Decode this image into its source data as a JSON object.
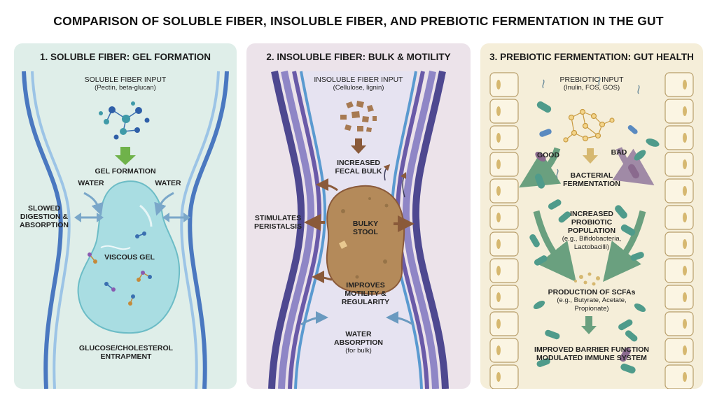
{
  "title": "COMPARISON OF SOLUBLE FIBER, INSOLUBLE FIBER, AND PREBIOTIC FERMENTATION IN THE GUT",
  "panel1": {
    "title": "1. SOLUBLE FIBER: GEL FORMATION",
    "input_label": "SOLUBLE FIBER INPUT",
    "input_examples": "(Pectin, beta-glucan)",
    "gel_formation": "GEL FORMATION",
    "water_left": "WATER",
    "water_right": "WATER",
    "slowed_line1": "SLOWED",
    "slowed_line2": "DIGESTION &",
    "slowed_line3": "ABSORPTION",
    "viscous_gel": "VISCOUS GEL",
    "entrapment_line1": "GLUCOSE/CHOLESTEROL",
    "entrapment_line2": "ENTRAPMENT",
    "colors": {
      "panel": "#dfeee9",
      "wall": "#4a78c0",
      "gel": "#a9dde2"
    }
  },
  "panel2": {
    "title": "2. INSOLUBLE FIBER: BULK & MOTILITY",
    "input_label": "INSOLUBLE FIBER INPUT",
    "input_examples": "(Cellulose, lignin)",
    "bulk_line1": "INCREASED",
    "bulk_line2": "FECAL BULK",
    "stimulates_line1": "STIMULATES",
    "stimulates_line2": "PERISTALSIS",
    "stool_line1": "BULKY",
    "stool_line2": "STOOL",
    "motility_line1": "IMPROVES",
    "motility_line2": "MOTILITY &",
    "motility_line3": "REGULARITY",
    "water_line1": "WATER",
    "water_line2": "ABSORPTION",
    "water_note": "(for bulk)",
    "colors": {
      "panel": "#ece3ea",
      "wall": "#6a5aa8",
      "stool": "#b48a5a"
    }
  },
  "panel3": {
    "title": "3. PREBIOTIC FERMENTATION: GUT HEALTH",
    "input_label": "PREBIOTIC INPUT",
    "input_examples": "(Inulin, FOS, GOS)",
    "good": "GOOD",
    "bad": "BAD",
    "fermentation_line1": "BACTERIAL",
    "fermentation_line2": "FERMENTATION",
    "population_line1": "INCREASED",
    "population_line2": "PROBIOTIC",
    "population_line3": "POPULATION",
    "population_examples1": "(e.g., Bifidobacteria,",
    "population_examples2": "Lactobacilli)",
    "scfa_label": "PRODUCTION OF SCFAs",
    "scfa_examples1": "(e.g., Butyrate, Acetate,",
    "scfa_examples2": "Propionate)",
    "outcome_line1": "IMPROVED BARRIER FUNCTION",
    "outcome_line2": "MODULATED IMMUNE SYSTEM",
    "colors": {
      "panel": "#f5eed9",
      "good_bacteria": "#4f9b8b",
      "bad_bacteria": "#8a6a8e",
      "arrow": "#6aa07f"
    }
  }
}
